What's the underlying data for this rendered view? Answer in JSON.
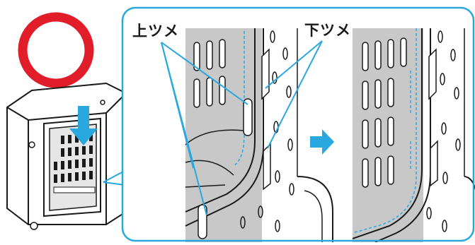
{
  "labels": {
    "upper_tab": "上ツメ",
    "lower_tab": "下ツメ"
  },
  "marks": {
    "correct_symbol": "circle-correct-mark"
  },
  "colors": {
    "accent_cyan": "#29a8e0",
    "correct_red": "#e11d2a",
    "panel_gray": "#c8c8c8",
    "line_black": "#1a1a1a"
  }
}
